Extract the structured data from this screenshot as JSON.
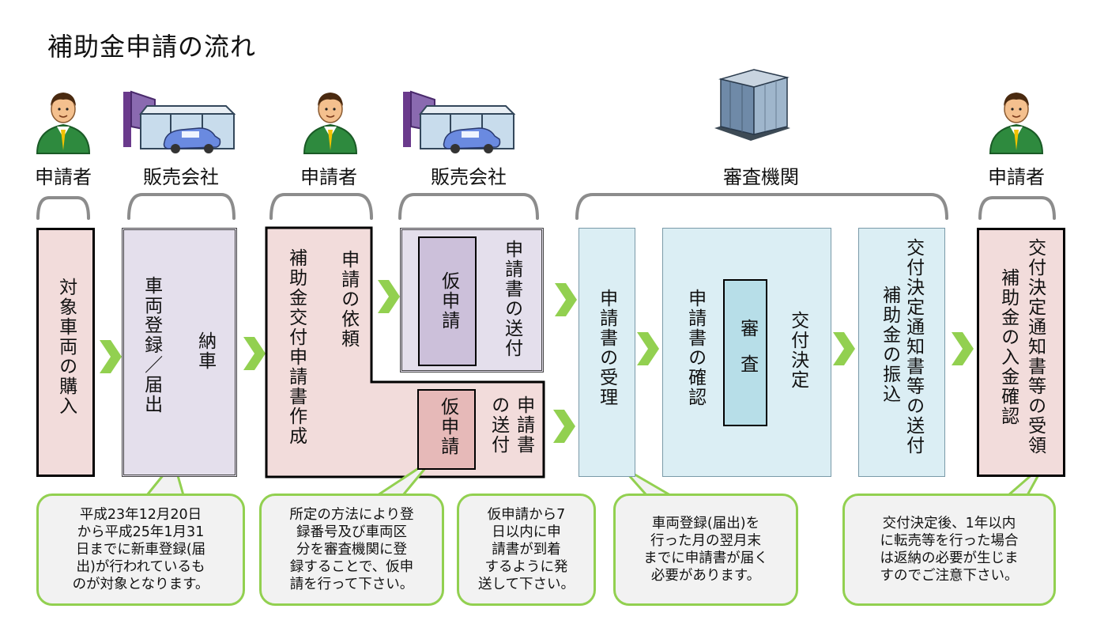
{
  "title": "補助金申請の流れ",
  "actors": {
    "applicant1": "申請者",
    "dealer1": "販売会社",
    "applicant2": "申請者",
    "dealer2": "販売会社",
    "agency": "審査機関",
    "applicant3": "申請者"
  },
  "steps": {
    "purchase": "対象車両の購入",
    "registration": "車両登録／届出",
    "delivery": "納車",
    "request_col1": "申請の依頼",
    "request_col2": "補助金交付申請書作成",
    "prov_top": "仮申請",
    "send_top": "申請書の送付",
    "prov_bottom": "仮申請",
    "send_bottom_col1": "申請書",
    "send_bottom_col2": "の送付",
    "receipt": "申請書の受理",
    "confirm": "申請書の確認",
    "review": "審査",
    "decision": "交付決定",
    "notice_col1": "交付決定通知書等の送付",
    "notice_col2": "補助金の振込",
    "final_col1": "交付決定通知書等の受領",
    "final_col2": "補助金の入金確認"
  },
  "callouts": {
    "c1": [
      "平成23年12月20日",
      "から平成25年1月31",
      "日までに新車登録(届",
      "出)が行われているも",
      "のが対象となります。"
    ],
    "c2": [
      "所定の方法により登",
      "録番号及び車両区",
      "分を審査機関に登",
      "録することで、仮申",
      "請を行って下さい。"
    ],
    "c3": [
      "仮申請から7",
      "日以内に申",
      "請書が到着",
      "するように発",
      "送して下さい。"
    ],
    "c4": [
      "車両登録(届出)を",
      "行った月の翌月末",
      "までに申請書が届く",
      "必要があります。"
    ],
    "c5": [
      "交付決定後、1年以内",
      "に転売等を行った場合",
      "は返納の必要が生じま",
      "すのでご注意下さい。"
    ]
  },
  "colors": {
    "pink": "#f2dcdb",
    "lavender": "#e4dfec",
    "light_blue": "#dbeef4",
    "arrow_green": "#92d050",
    "callout_border": "#92d050",
    "bracket_gray": "#8c8c8c"
  }
}
